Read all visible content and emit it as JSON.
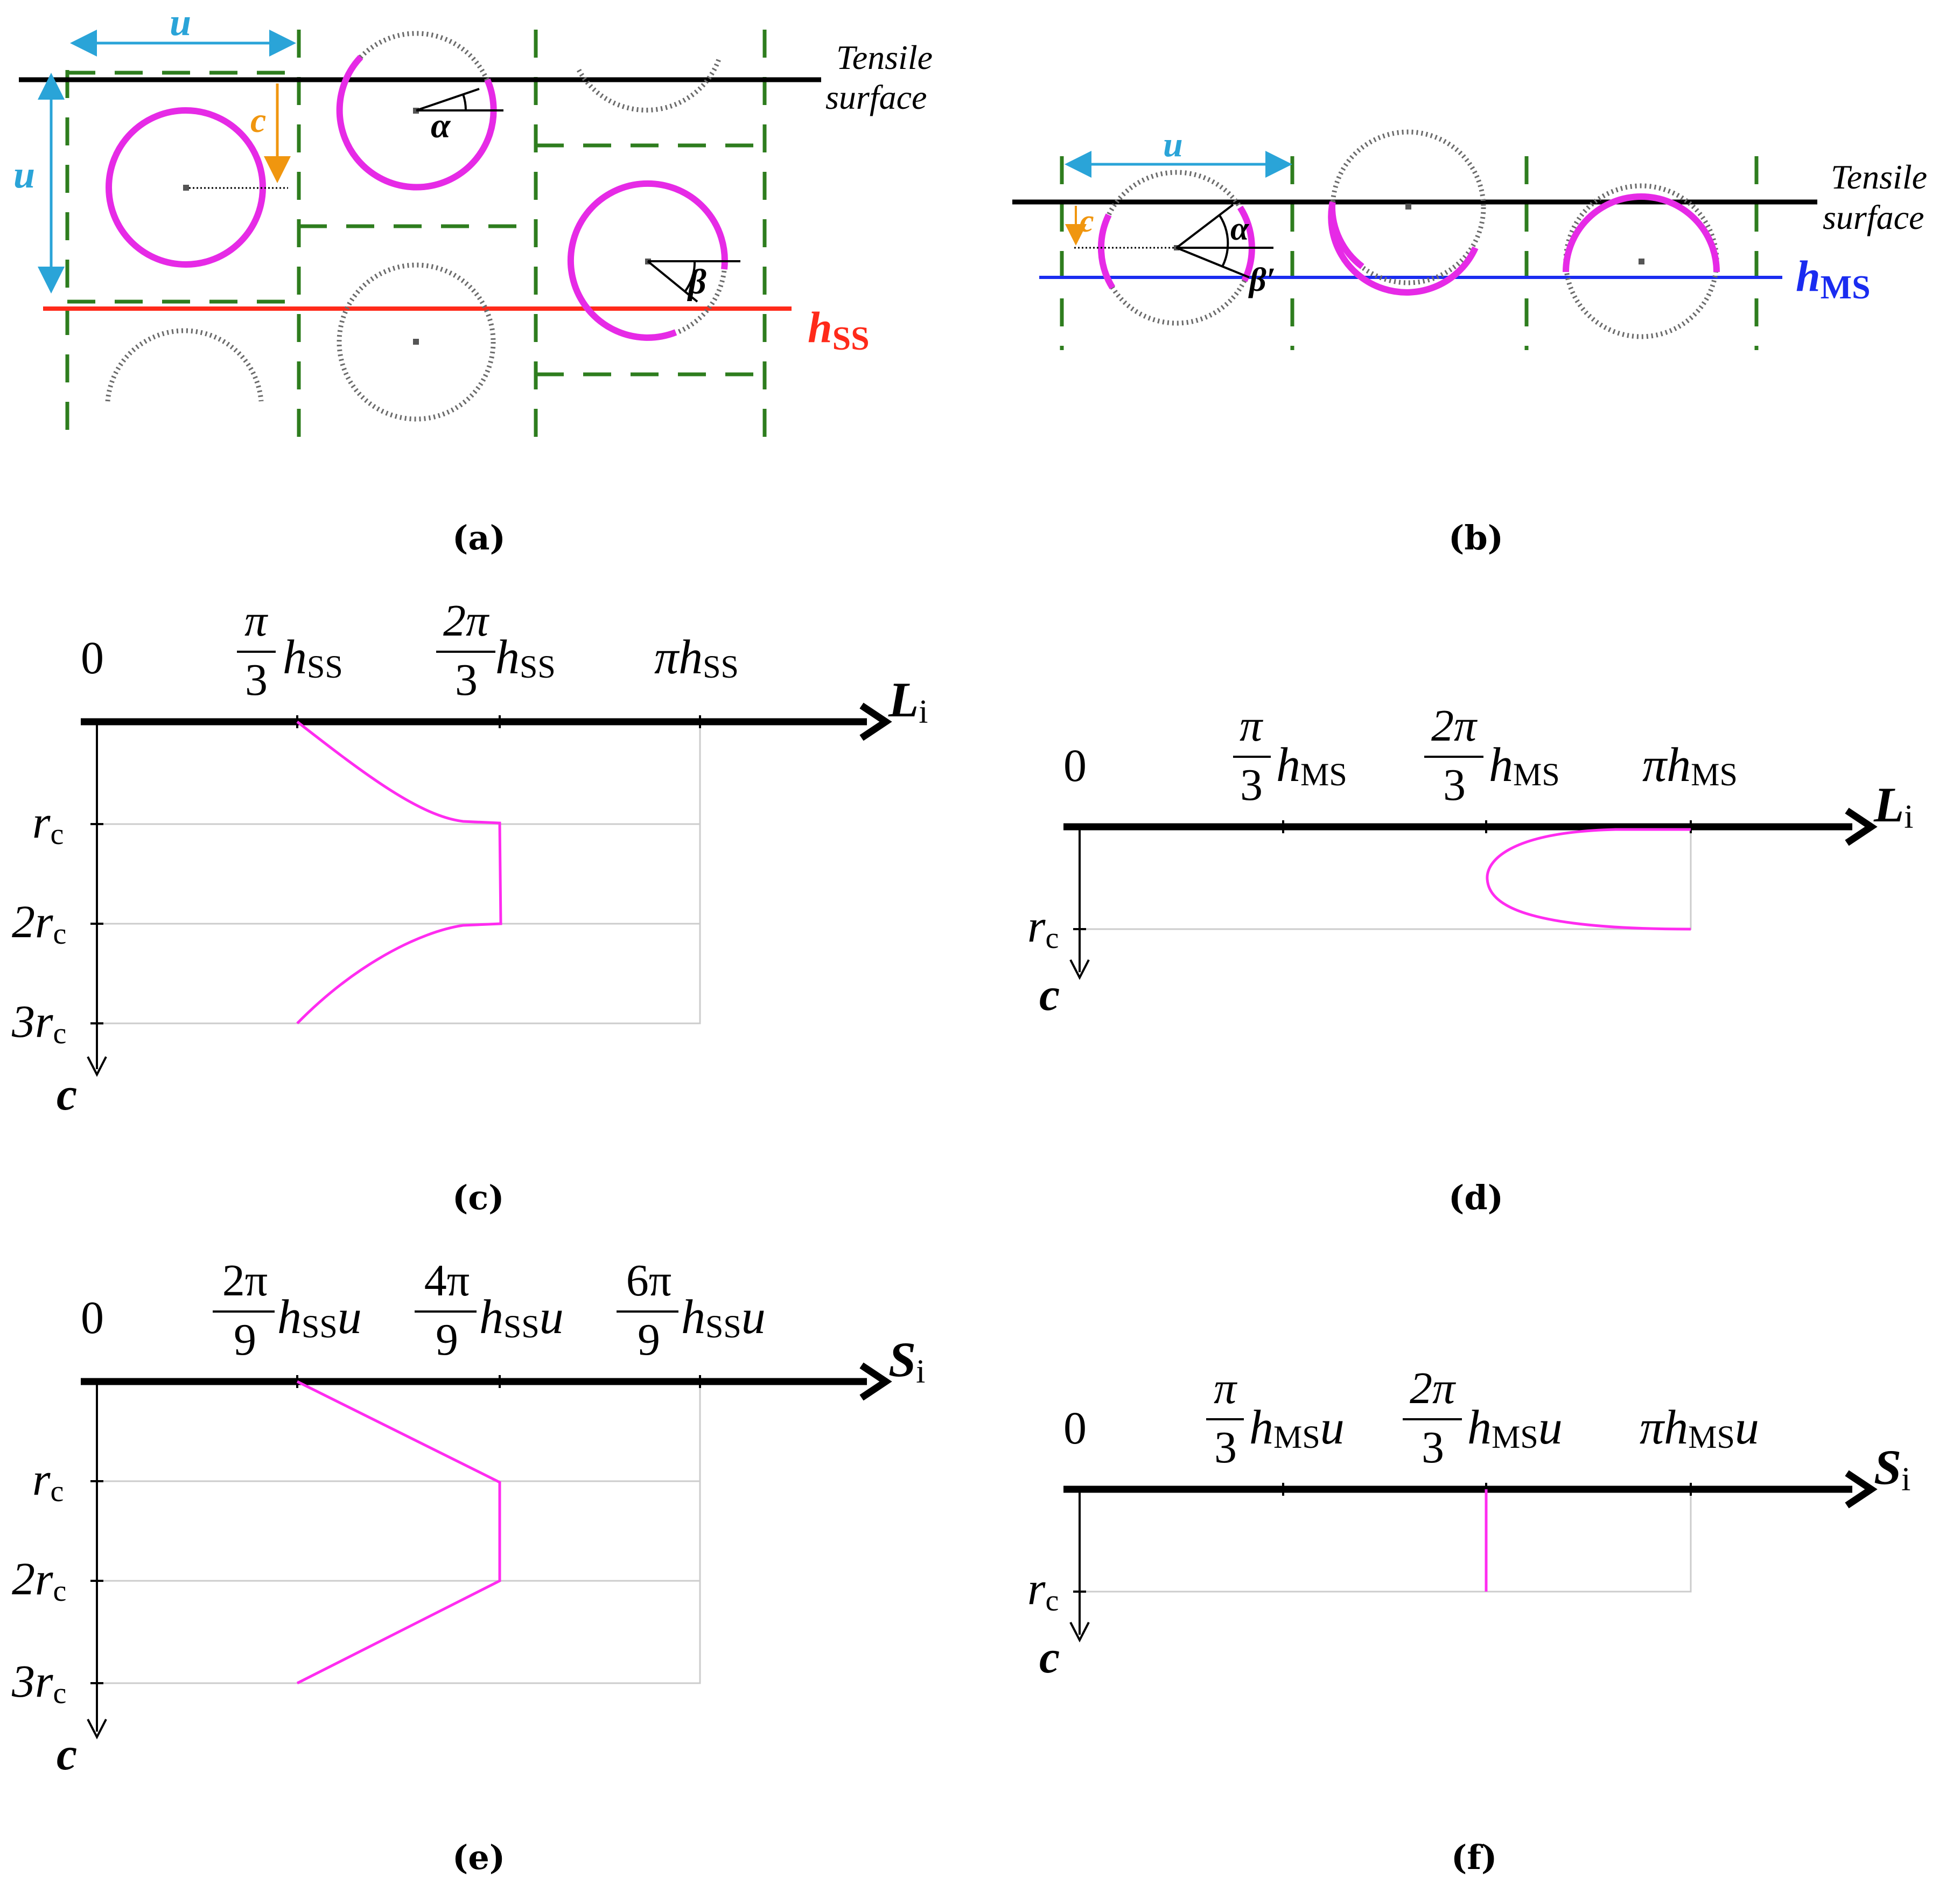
{
  "panel_a": {
    "caption": "(a)",
    "u_top": "u",
    "u_left": "u",
    "c": "c",
    "alpha": "α",
    "beta": "β",
    "surface_line1": "Tensile",
    "surface_line2": "surface",
    "h_main": "h",
    "h_sub": "SS",
    "colors": {
      "u": "#2aa4d8",
      "c": "#f0960f",
      "h": "#ff2a1a",
      "circle": "#e62ae6",
      "box": "#2e7d1e"
    }
  },
  "panel_b": {
    "caption": "(b)",
    "u": "u",
    "c": "c",
    "alpha": "α",
    "beta": "β′",
    "surface_line1": "Tensile",
    "surface_line2": "surface",
    "h_main": "h",
    "h_sub": "MS",
    "colors": {
      "h": "#1a2cf0"
    }
  },
  "panel_c": {
    "caption": "(c)",
    "zero": "0",
    "axis": "L",
    "axis_sub": "i",
    "ticks": [
      {
        "num": "π",
        "den": "3",
        "var": "h",
        "sub": "SS"
      },
      {
        "num": "2π",
        "den": "3",
        "var": "h",
        "sub": "SS"
      },
      {
        "pre": "πh",
        "sub": "SS"
      }
    ],
    "c_ticks": [
      "r",
      "2r",
      "3r"
    ],
    "c_sub": "c",
    "c_label": "c"
  },
  "panel_d": {
    "caption": "(d)",
    "zero": "0",
    "axis": "L",
    "axis_sub": "i",
    "ticks": [
      {
        "num": "π",
        "den": "3",
        "var": "h",
        "sub": "MS"
      },
      {
        "num": "2π",
        "den": "3",
        "var": "h",
        "sub": "MS"
      },
      {
        "pre": "πh",
        "sub": "MS"
      }
    ],
    "c_ticks": [
      "r"
    ],
    "c_sub": "c",
    "c_label": "c"
  },
  "panel_e": {
    "caption": "(e)",
    "zero": "0",
    "axis": "S",
    "axis_sub": "i",
    "ticks": [
      {
        "num": "2π",
        "den": "9",
        "var": "h",
        "sub": "SS",
        "post": "u"
      },
      {
        "num": "4π",
        "den": "9",
        "var": "h",
        "sub": "SS",
        "post": "u"
      },
      {
        "num": "6π",
        "den": "9",
        "var": "h",
        "sub": "SS",
        "post": "u"
      }
    ],
    "c_ticks": [
      "r",
      "2r",
      "3r"
    ],
    "c_sub": "c",
    "c_label": "c"
  },
  "panel_f": {
    "caption": "(f)",
    "zero": "0",
    "axis": "S",
    "axis_sub": "i",
    "ticks": [
      {
        "num": "π",
        "den": "3",
        "var": "h",
        "sub": "MS",
        "post": "u"
      },
      {
        "num": "2π",
        "den": "3",
        "var": "h",
        "sub": "MS",
        "post": "u"
      },
      {
        "pre": "πh",
        "sub": "MS",
        "post": "u"
      }
    ],
    "c_ticks": [
      "r"
    ],
    "c_sub": "c",
    "c_label": "c"
  }
}
